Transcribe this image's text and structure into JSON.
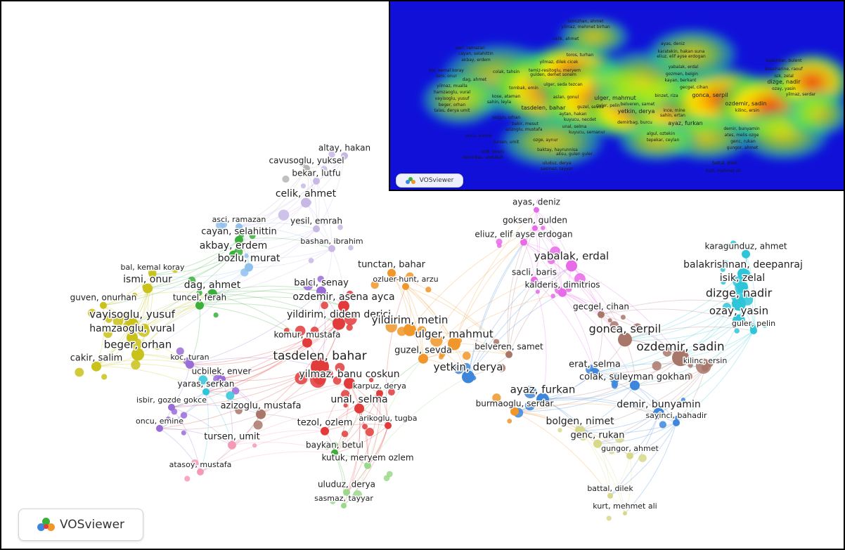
{
  "brand": "VOSviewer",
  "cluster_colors": {
    "yellow": "#c9c21a",
    "green": "#3ab03a",
    "purple": "#9a6cd8",
    "red": "#e23b3b",
    "orange": "#f0962a",
    "pink": "#f59ab4",
    "brown": "#a9776a",
    "blue": "#3d86dc",
    "cyan": "#2ec5d8",
    "magenta": "#e86ae8",
    "lavender": "#c8b8e6",
    "lightgreen": "#9ad88a",
    "olive": "#d8d88a",
    "lightblue": "#8fc0ee",
    "gray": "#b5b5b5"
  },
  "labels": [
    {
      "text": "altay, hakan",
      "c": "lavender",
      "size": 12,
      "r": 5
    },
    {
      "text": "cavusoglu, yuksel",
      "c": "gray",
      "size": 12,
      "r": 5
    },
    {
      "text": "bekar, lutfu",
      "c": "lavender",
      "size": 12,
      "r": 5
    },
    {
      "text": "celik, ahmet",
      "c": "lavender",
      "size": 14,
      "r": 7
    },
    {
      "text": "asci, ramazan",
      "c": "lightblue",
      "size": 11,
      "r": 5
    },
    {
      "text": "yesil, emrah",
      "c": "lavender",
      "size": 12,
      "r": 5
    },
    {
      "text": "cayan, selahittin",
      "c": "green",
      "size": 13,
      "r": 6
    },
    {
      "text": "bashan, ibrahim",
      "c": "lavender",
      "size": 11,
      "r": 5
    },
    {
      "text": "akbay, erdem",
      "c": "green",
      "size": 14,
      "r": 6
    },
    {
      "text": "bozlu, murat",
      "c": "lightblue",
      "size": 14,
      "r": 6
    },
    {
      "text": "bal, kemal koray",
      "c": "yellow",
      "size": 11,
      "r": 5
    },
    {
      "text": "ismi, onur",
      "c": "yellow",
      "size": 14,
      "r": 7
    },
    {
      "text": "guven, onurhan",
      "c": "yellow",
      "size": 12,
      "r": 5
    },
    {
      "text": "vayisoglu, yusuf",
      "c": "yellow",
      "size": 15,
      "r": 9
    },
    {
      "text": "hamzaoglu, vural",
      "c": "yellow",
      "size": 14,
      "r": 8
    },
    {
      "text": "beger, orhan",
      "c": "yellow",
      "size": 15,
      "r": 9
    },
    {
      "text": "cakir, salim",
      "c": "yellow",
      "size": 13,
      "r": 7
    },
    {
      "text": "dag, ahmet",
      "c": "green",
      "size": 14,
      "r": 7
    },
    {
      "text": "tuncel, ferah",
      "c": "green",
      "size": 12,
      "r": 6
    },
    {
      "text": "balci, senay",
      "c": "purple",
      "size": 13,
      "r": 7
    },
    {
      "text": "ozdemir, asena ayca",
      "c": "red",
      "size": 14,
      "r": 8
    },
    {
      "text": "yildirim, didem derici",
      "c": "red",
      "size": 14,
      "r": 9
    },
    {
      "text": "komur, mustafa",
      "c": "red",
      "size": 12,
      "r": 7
    },
    {
      "text": "koc, turan",
      "c": "purple",
      "size": 11,
      "r": 6
    },
    {
      "text": "tasdelen, bahar",
      "c": "red",
      "size": 17,
      "r": 13
    },
    {
      "text": "ucbilek, enver",
      "c": "purple",
      "size": 12,
      "r": 6
    },
    {
      "text": "yaras, serkan",
      "c": "cyan",
      "size": 12,
      "r": 5
    },
    {
      "text": "isbir, gozde gokce",
      "c": "purple",
      "size": 11,
      "r": 5
    },
    {
      "text": "azizoglu, mustafa",
      "c": "brown",
      "size": 13,
      "r": 7
    },
    {
      "text": "oncu, emine",
      "c": "purple",
      "size": 11,
      "r": 5
    },
    {
      "text": "tursen, umit",
      "c": "pink",
      "size": 13,
      "r": 6
    },
    {
      "text": "atasoy, mustafa",
      "c": "pink",
      "size": 11,
      "r": 5
    },
    {
      "text": "tezol, ozlem",
      "c": "red",
      "size": 13,
      "r": 6
    },
    {
      "text": "yilmaz, banu coskun",
      "c": "red",
      "size": 14,
      "r": 8
    },
    {
      "text": "karpuz, derya",
      "c": "red",
      "size": 11,
      "r": 5
    },
    {
      "text": "unal, selma",
      "c": "red",
      "size": 14,
      "r": 7
    },
    {
      "text": "arikoglu, tugba",
      "c": "red",
      "size": 11,
      "r": 5
    },
    {
      "text": "baykan, betul",
      "c": "green",
      "size": 12,
      "r": 5
    },
    {
      "text": "kutuk, meryem ozlem",
      "c": "lightgreen",
      "size": 12,
      "r": 5
    },
    {
      "text": "uluduz, derya",
      "c": "lightgreen",
      "size": 12,
      "r": 5
    },
    {
      "text": "sasmaz, tayyar",
      "c": "lightgreen",
      "size": 11,
      "r": 4
    },
    {
      "text": "tunctan, bahar",
      "c": "orange",
      "size": 13,
      "r": 6
    },
    {
      "text": "ozluer-hunt, arzu",
      "c": "orange",
      "size": 11,
      "r": 5
    },
    {
      "text": "yildirim, metin",
      "c": "orange",
      "size": 15,
      "r": 9
    },
    {
      "text": "ulger, mahmut",
      "c": "orange",
      "size": 15,
      "r": 9
    },
    {
      "text": "guzel, sevda",
      "c": "orange",
      "size": 13,
      "r": 7
    },
    {
      "text": "belveren, samet",
      "c": "brown",
      "size": 12,
      "r": 5
    },
    {
      "text": "yetkin, derya",
      "c": "blue",
      "size": 15,
      "r": 9
    },
    {
      "text": "ayas, deniz",
      "c": "magenta",
      "size": 12,
      "r": 4
    },
    {
      "text": "goksen, gulden",
      "c": "magenta",
      "size": 12,
      "r": 4
    },
    {
      "text": "eliuz, elif ayse erdogan",
      "c": "magenta",
      "size": 12,
      "r": 5
    },
    {
      "text": "yabalak, erdal",
      "c": "magenta",
      "size": 15,
      "r": 8
    },
    {
      "text": "sacli, baris",
      "c": "magenta",
      "size": 12,
      "r": 5
    },
    {
      "text": "kalderis, dimitrios",
      "c": "magenta",
      "size": 12,
      "r": 6
    },
    {
      "text": "gecgel, cihan",
      "c": "brown",
      "size": 12,
      "r": 5
    },
    {
      "text": "karagunduz, ahmet",
      "c": "cyan",
      "size": 12,
      "r": 6
    },
    {
      "text": "balakrishnan, deepanraj",
      "c": "cyan",
      "size": 14,
      "r": 8
    },
    {
      "text": "isik, zelal",
      "c": "cyan",
      "size": 14,
      "r": 8
    },
    {
      "text": "dizge, nadir",
      "c": "cyan",
      "size": 16,
      "r": 10
    },
    {
      "text": "ozay, yasin",
      "c": "cyan",
      "size": 15,
      "r": 9
    },
    {
      "text": "gonca, serpil",
      "c": "brown",
      "size": 16,
      "r": 10
    },
    {
      "text": "guler, pelin",
      "c": "cyan",
      "size": 11,
      "r": 5
    },
    {
      "text": "ozdemir, sadin",
      "c": "brown",
      "size": 17,
      "r": 12
    },
    {
      "text": "erat, selma",
      "c": "blue",
      "size": 13,
      "r": 7
    },
    {
      "text": "kilinc, ersin",
      "c": "brown",
      "size": 11,
      "r": 5
    },
    {
      "text": "colak, suleyman gokhan",
      "c": "blue",
      "size": 13,
      "r": 7
    },
    {
      "text": "ayaz, furkan",
      "c": "blue",
      "size": 15,
      "r": 9
    },
    {
      "text": "burmaoglu, serdar",
      "c": "orange",
      "size": 12,
      "r": 6
    },
    {
      "text": "demir, bunyamin",
      "c": "blue",
      "size": 14,
      "r": 8
    },
    {
      "text": "sayinci, bahadir",
      "c": "blue",
      "size": 11,
      "r": 5
    },
    {
      "text": "bolgen, nimet",
      "c": "olive",
      "size": 14,
      "r": 7
    },
    {
      "text": "genc, rukan",
      "c": "olive",
      "size": 13,
      "r": 6
    },
    {
      "text": "gungor, ahmet",
      "c": "olive",
      "size": 11,
      "r": 5
    },
    {
      "text": "battal, dilek",
      "c": "olive",
      "size": 11,
      "r": 4
    },
    {
      "text": "kurt, mehmet ali",
      "c": "olive",
      "size": 11,
      "r": 3
    }
  ],
  "density_labels": [
    "temizhan, ahmet",
    "yilmaz, mehmet birhan",
    "celik, ahmet",
    "asci, ramazan",
    "cayan, selahittin",
    "toros, turhan",
    "akbay, erdem",
    "yilmaz, dilek cicek",
    "bal, kemal koray",
    "colak, tahsin",
    "ismi, onur",
    "temiz-resitoglu, meryem",
    "dag, ahmet",
    "gulden, demet sonem",
    "yilmaz, mualla",
    "tombak, emin",
    "hamzaoglu, vural",
    "ulger, seda tezcan",
    "vayisoglu, yusuf",
    "kose, ataman",
    "beger, orhan",
    "sahin, leyla",
    "aslan, gonul",
    "talas, derya umit",
    "tasdelen, bahar",
    "guzel, sevda",
    "sezgin, orhan",
    "aytan, hakan",
    "bakir, mesut",
    "kuyucu, necdet",
    "azizoglu, mustafa",
    "unal, selma",
    "oncu, emine",
    "kuyucu, semanur",
    "ozge, aynur",
    "tursen, umit",
    "baktay, hayrunnisa",
    "lutfi, torehi",
    "aksu, gulen guler",
    "demirbas, abdullah",
    "uluduz, derya",
    "sasmaz, tayyar",
    "ayas, deniz",
    "karatekin, hakan suna",
    "eliuz, elif ayse erdogan",
    "yabalak, erdal",
    "gozmen, belgin",
    "kayan, berkant",
    "gecgel, cihan",
    "ulger, mahmut",
    "yetkin, derya",
    "ayaz, furkan",
    "demirbag, burcu",
    "algul, oztekin",
    "tepekar, ceylan",
    "binzet, riza",
    "gonca, serpil",
    "ince, mine",
    "sahin, ertan",
    "ozdemir, sadin",
    "kilinc, ersin",
    "demir, bunyamin",
    "ates, melis ozge",
    "genc, rukan",
    "gungor, ahmet",
    "battal, dilek",
    "kurt, mehmet ali",
    "baskinter, bulent",
    "boucharine, raouf",
    "isik, zelal",
    "dizge, nadir",
    "ozay, yasin",
    "yilmaz, serdar",
    "belveren, samet",
    "guler, pelin"
  ]
}
